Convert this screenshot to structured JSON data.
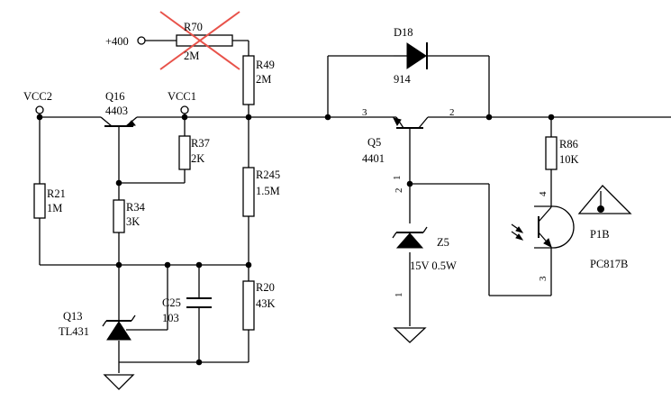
{
  "colors": {
    "wire": "#000000",
    "strike": "#e8524a",
    "background": "#ffffff"
  },
  "labels": {
    "plus400": "+400",
    "vcc2": "VCC2",
    "vcc1": "VCC1",
    "r70_ref": "R70",
    "r70_val": "2M",
    "r49_ref": "R49",
    "r49_val": "2M",
    "q16_ref": "Q16",
    "q16_val": "4403",
    "r37_ref": "R37",
    "r37_val": "2K",
    "r21_ref": "R21",
    "r21_val": "1M",
    "r34_ref": "R34",
    "r34_val": "3K",
    "r245_ref": "R245",
    "r245_val": "1.5M",
    "r20_ref": "R20",
    "r20_val": "43K",
    "c25_ref": "C25",
    "c25_val": "103",
    "q13_ref": "Q13",
    "q13_val": "TL431",
    "d18_ref": "D18",
    "d18_val": "914",
    "q5_ref": "Q5",
    "q5_val": "4401",
    "q5_pin3": "3",
    "q5_pin2": "2",
    "q5_pin1": "1",
    "z5_ref": "Z5",
    "z5_val": "15V 0.5W",
    "z5_pin2": "2",
    "z5_pin1": "1",
    "r86_ref": "R86",
    "r86_val": "10K",
    "p1b_ref": "P1B",
    "p1b_val": "PC817B",
    "p1b_pin4": "4",
    "p1b_pin3": "3"
  }
}
